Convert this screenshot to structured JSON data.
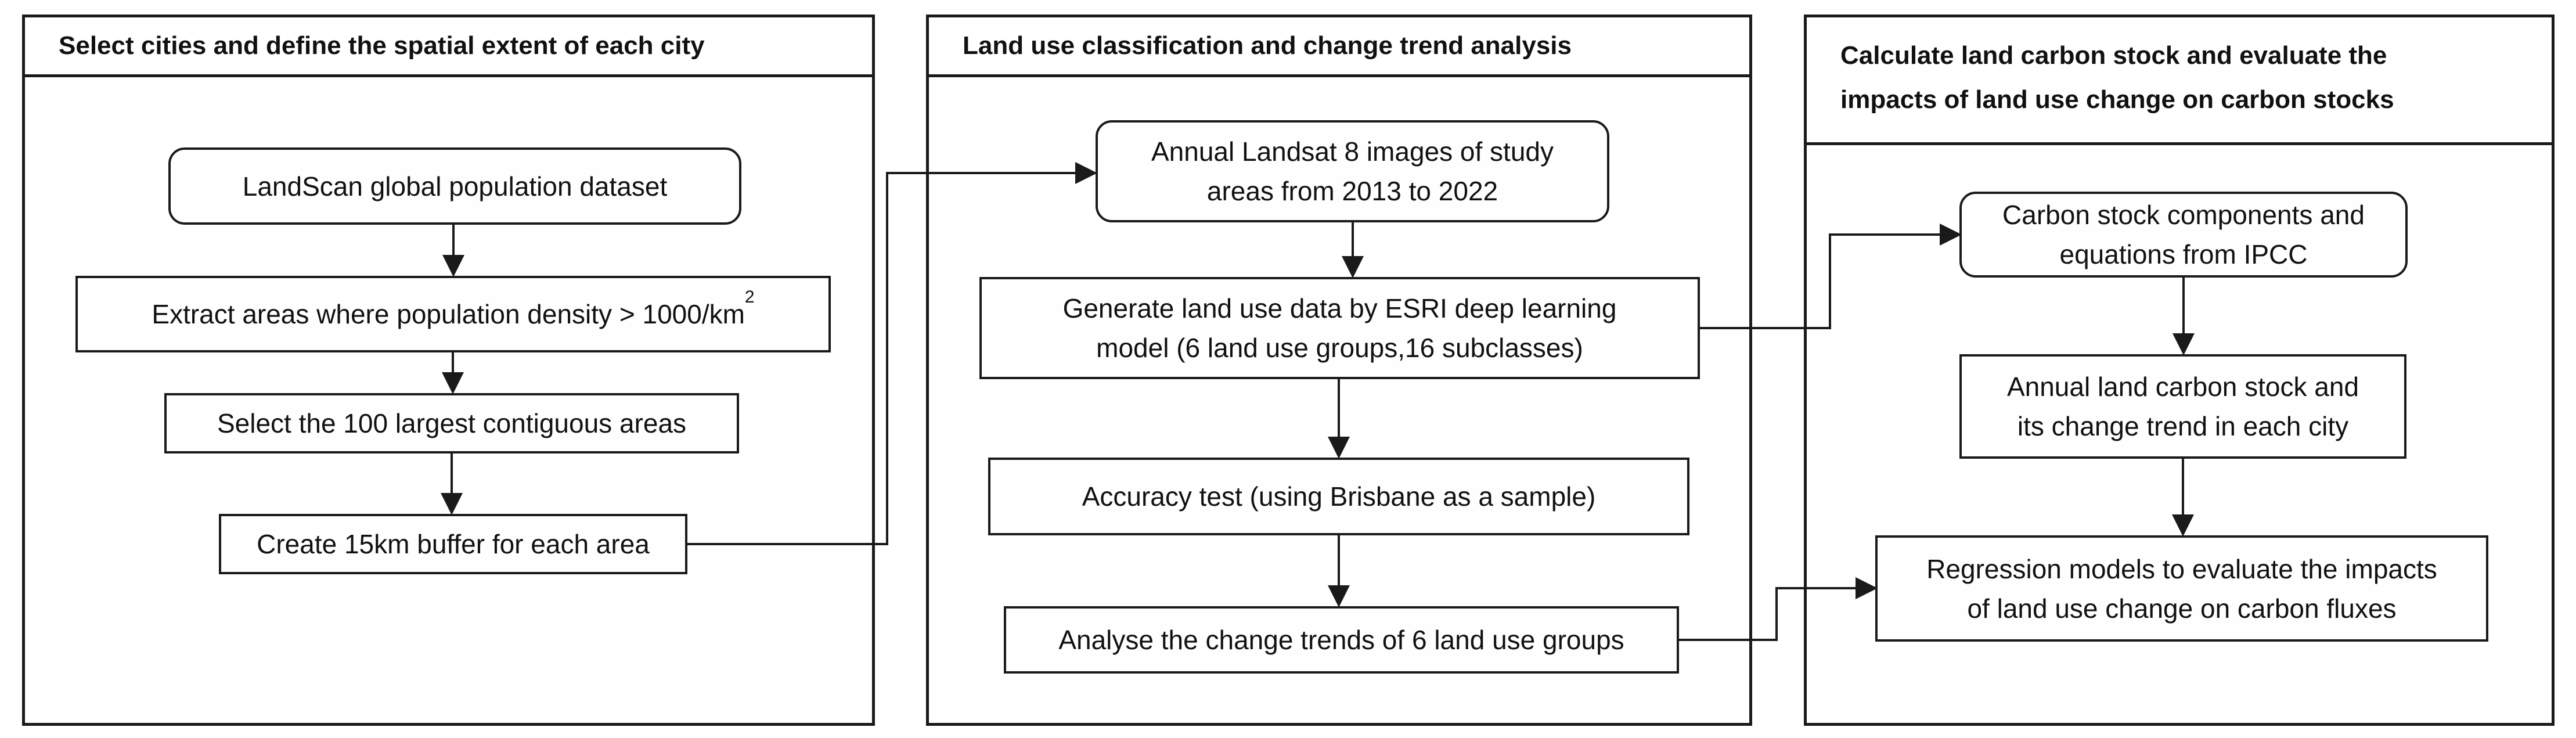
{
  "colors": {
    "line": "#1a1a1a",
    "text": "#111111",
    "background": "#ffffff",
    "box_fill": "#fefefe"
  },
  "panels": [
    {
      "title_lines": [
        "Select cities and define the spatial extent of each city"
      ],
      "boxes": [
        {
          "name": "landscan-dataset",
          "shape": "rounded",
          "lines": [
            "LandScan global population dataset"
          ]
        },
        {
          "name": "extract-density-areas",
          "shape": "rect",
          "lines": [
            "Extract areas where population density > 1000/km"
          ],
          "superscript": "2"
        },
        {
          "name": "select-largest-areas",
          "shape": "rect",
          "lines": [
            "Select the 100 largest contiguous areas"
          ]
        },
        {
          "name": "create-buffer",
          "shape": "rect",
          "lines": [
            "Create 15km buffer for each area"
          ]
        }
      ]
    },
    {
      "title_lines": [
        "Land use classification and change trend analysis"
      ],
      "boxes": [
        {
          "name": "landsat-images",
          "shape": "rounded",
          "lines": [
            "Annual Landsat 8 images of study",
            "areas from 2013 to 2022"
          ]
        },
        {
          "name": "generate-land-use-data",
          "shape": "rect",
          "lines": [
            "Generate land use data by ESRI deep learning",
            "model (6 land use groups,16 subclasses)"
          ]
        },
        {
          "name": "accuracy-test",
          "shape": "rect",
          "lines": [
            "Accuracy test  (using Brisbane as a sample)"
          ]
        },
        {
          "name": "analyse-change-trends",
          "shape": "rect",
          "lines": [
            "Analyse the change trends of 6 land use groups"
          ]
        }
      ]
    },
    {
      "title_lines": [
        "Calculate land carbon stock and evaluate the",
        "impacts of land use change on carbon stocks"
      ],
      "boxes": [
        {
          "name": "ipcc-components",
          "shape": "rounded",
          "lines": [
            "Carbon stock components and",
            "equations from IPCC"
          ]
        },
        {
          "name": "annual-carbon-stock",
          "shape": "rect",
          "lines": [
            "Annual land carbon stock and",
            "its change trend in each city"
          ]
        },
        {
          "name": "regression-models",
          "shape": "rect",
          "lines": [
            "Regression models to evaluate the impacts",
            "of land use change on carbon fluxes"
          ]
        }
      ]
    }
  ]
}
